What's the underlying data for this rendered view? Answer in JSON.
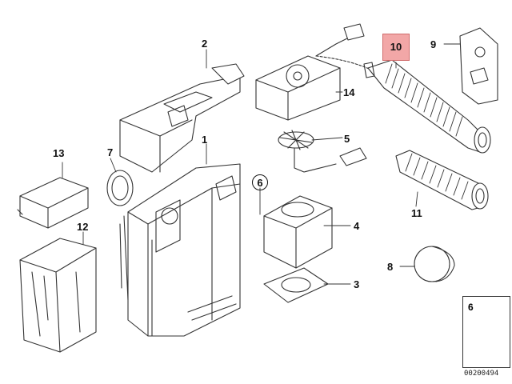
{
  "callouts": {
    "p1": "1",
    "p2": "2",
    "p3": "3",
    "p4": "4",
    "p5": "5",
    "p6": "6",
    "p7": "7",
    "p8": "8",
    "p9": "9",
    "p10": "10",
    "p11": "11",
    "p12": "12",
    "p13": "13",
    "p14": "14"
  },
  "legend": {
    "number": "6"
  },
  "document_number": "00200494",
  "colors": {
    "line": "#333333",
    "highlight": "#f2a7a7",
    "highlight_border": "#d06b6b",
    "fill": "#ffffff"
  }
}
